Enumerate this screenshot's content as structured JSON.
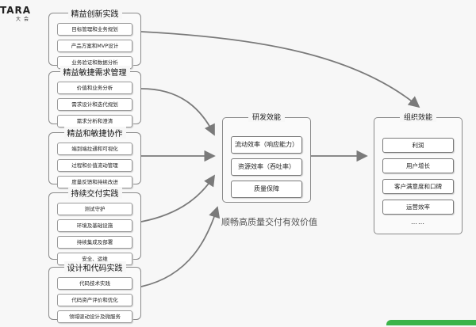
{
  "logo": {
    "mark": "TARA",
    "sub": "大会"
  },
  "groups": [
    {
      "title": "精益创新实践",
      "items": [
        "目标管理和业务规划",
        "产品方案和MVP设计",
        "业务验证和数据分析"
      ]
    },
    {
      "title": "精益敏捷需求管理",
      "items": [
        "价值和业务分析",
        "需求设计和迭代规划",
        "需求分析和澄清"
      ]
    },
    {
      "title": "精益和敏捷协作",
      "items": [
        "端到端拉通和可视化",
        "过程和价值流动管理",
        "度量反馈和持续改进"
      ]
    },
    {
      "title": "持续交付实践",
      "items": [
        "测试守护",
        "环境及基础设施",
        "持续集成及部署",
        "安全、运维"
      ]
    },
    {
      "title": "设计和代码实践",
      "items": [
        "代码技术实践",
        "代码资产评价和优化",
        "领域驱动设计及微服务"
      ]
    }
  ],
  "rd": {
    "title": "研发效能",
    "items": [
      "流动效率（响应能力）",
      "资源效率（吞吐率）",
      "质量保障"
    ]
  },
  "org": {
    "title": "组织效能",
    "items": [
      "利润",
      "用户增长",
      "客户满意度和口碑",
      "运营效率"
    ],
    "more": "……"
  },
  "slogan": "顺畅高质量交付有效价值",
  "colors": {
    "arrow": "#7a7a7a",
    "accent": "#3bb44a"
  }
}
